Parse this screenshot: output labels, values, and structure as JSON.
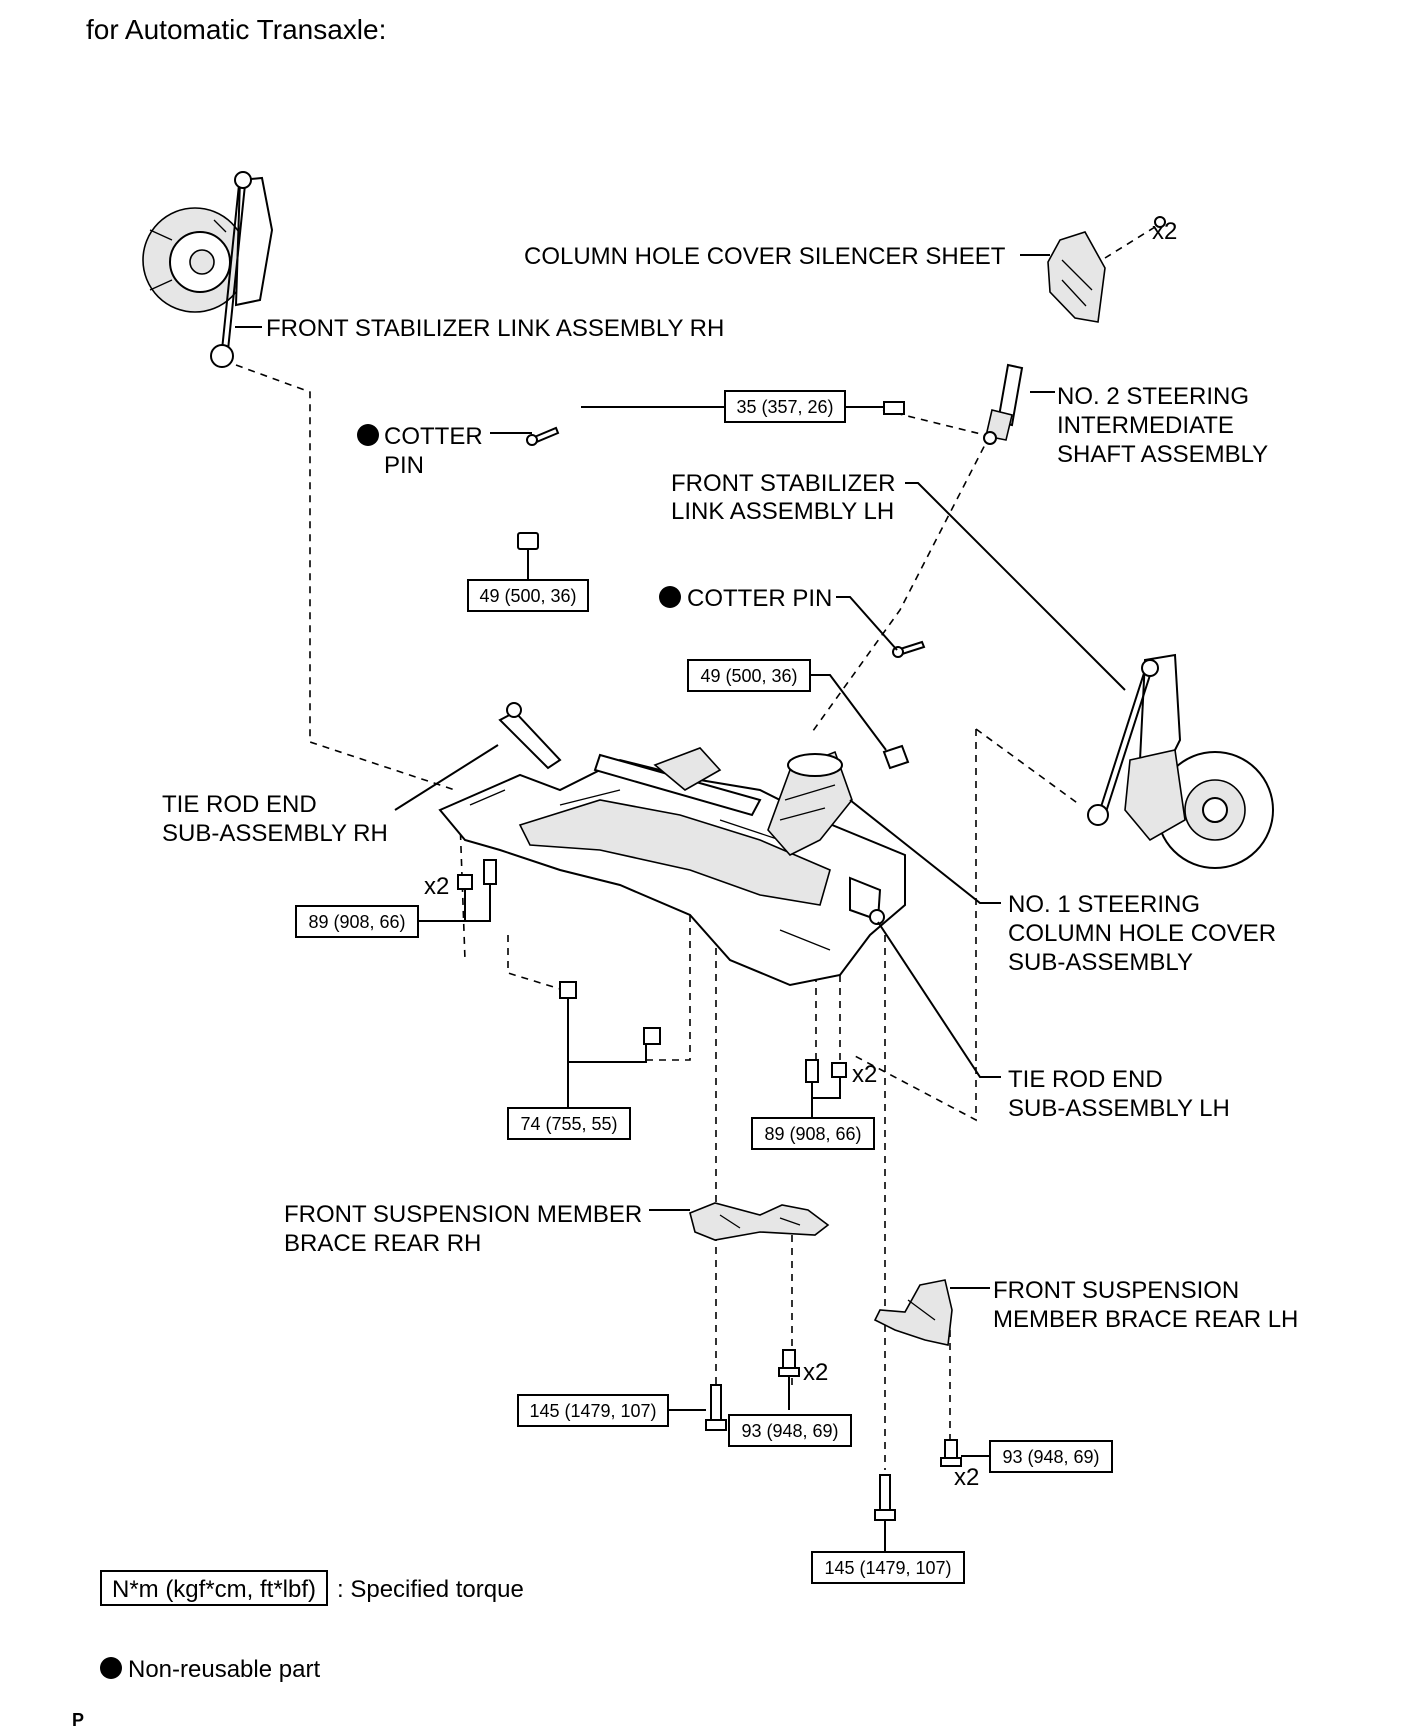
{
  "title": "for Automatic Transaxle:",
  "labels": {
    "column_hole_cover_silencer_sheet": "COLUMN HOLE COVER SILENCER SHEET",
    "front_stabilizer_link_rh": "FRONT STABILIZER LINK ASSEMBLY RH",
    "no2_steering_shaft": [
      "NO. 2 STEERING",
      "INTERMEDIATE",
      "SHAFT ASSEMBLY"
    ],
    "cotter_pin_rh": [
      "COTTER",
      "PIN"
    ],
    "front_stabilizer_link_lh": [
      "FRONT STABILIZER",
      "LINK ASSEMBLY LH"
    ],
    "cotter_pin_lh": "COTTER PIN",
    "tie_rod_end_rh": [
      "TIE ROD END",
      "SUB-ASSEMBLY RH"
    ],
    "no1_column_hole_cover": [
      "NO. 1 STEERING",
      "COLUMN HOLE COVER",
      "SUB-ASSEMBLY"
    ],
    "tie_rod_end_lh": [
      "TIE ROD END",
      "SUB-ASSEMBLY LH"
    ],
    "brace_rear_rh": [
      "FRONT SUSPENSION MEMBER",
      "BRACE REAR RH"
    ],
    "brace_rear_lh": [
      "FRONT SUSPENSION",
      "MEMBER BRACE REAR LH"
    ]
  },
  "torques": {
    "shaft_bolt": "35 (357, 26)",
    "rh_nut": "49 (500, 36)",
    "lh_nut": "49 (500, 36)",
    "rh_member_bolts": "89 (908, 66)",
    "lh_member_bolts": "89 (908, 66)",
    "center_nuts": "74 (755, 55)",
    "brace_rh_long_bolt": "145 (1479, 107)",
    "brace_rh_bolts": "93 (948, 69)",
    "brace_lh_bolts": "93 (948, 69)",
    "brace_lh_long_bolt": "145 (1479, 107)"
  },
  "quantities": {
    "silencer_clips": "x2",
    "rh_member": "x2",
    "lh_member": "x2",
    "brace_rh": "x2",
    "brace_lh": "x2"
  },
  "legend": {
    "torque_box": "N*m (kgf*cm, ft*lbf)",
    "torque_text": ": Specified torque",
    "non_reusable": "Non-reusable part"
  },
  "footer_code": "P"
}
